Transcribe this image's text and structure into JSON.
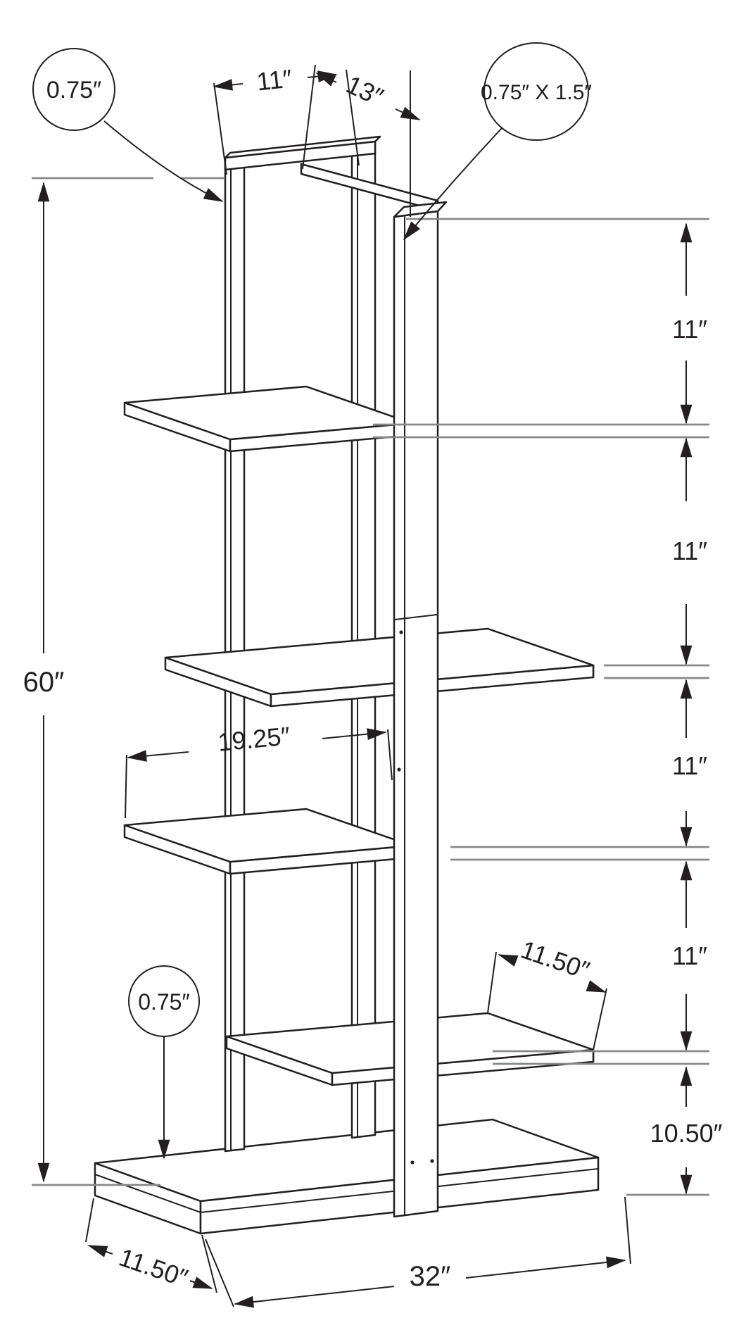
{
  "callouts": {
    "tube_thickness_top": "0.75″",
    "tube_profile": "0.75″ X 1.5″",
    "base_thickness": "0.75″"
  },
  "dimensions": {
    "overall_height": "60″",
    "top_frame_width": "11″",
    "top_arm_depth": "13″",
    "spacing_top_to_shelf1": "11″",
    "spacing_shelf1_to_shelf2": "11″",
    "spacing_shelf2_to_shelf3": "11″",
    "spacing_shelf3_to_shelf4": "11″",
    "shelf4_to_floor": "10.50″",
    "shelf_length": "19.25″",
    "shelf_depth": "11.50″",
    "base_depth": "11.50″",
    "base_width": "32″"
  },
  "colors": {
    "line": "#231f20",
    "extension_line": "#87888a",
    "background": "#ffffff"
  }
}
